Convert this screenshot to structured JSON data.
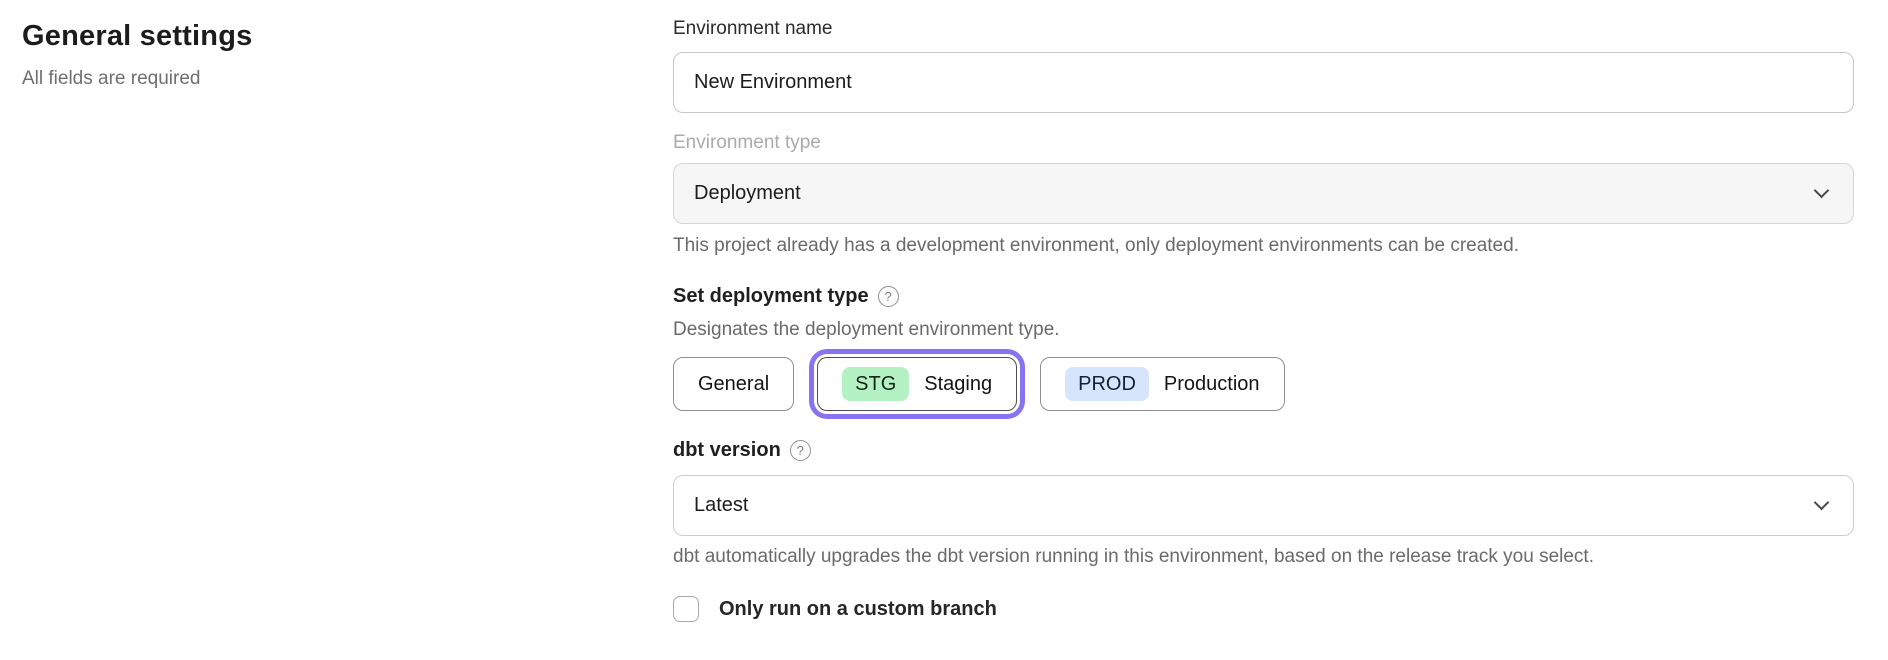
{
  "heading": {
    "title": "General settings",
    "subtitle": "All fields are required"
  },
  "form": {
    "environment_name": {
      "label": "Environment name",
      "value": "New Environment"
    },
    "environment_type": {
      "label": "Environment type",
      "value": "Deployment",
      "disabled": true,
      "helper": "This project already has a development environment, only deployment environments can be created."
    },
    "deployment_type": {
      "label": "Set deployment type",
      "helper": "Designates the deployment environment type.",
      "options": [
        {
          "label": "General",
          "badge": "",
          "selected": false
        },
        {
          "label": "Staging",
          "badge": "STG",
          "selected": true
        },
        {
          "label": "Production",
          "badge": "PROD",
          "selected": false
        }
      ]
    },
    "dbt_version": {
      "label": "dbt version",
      "value": "Latest",
      "helper": "dbt automatically upgrades the dbt version running in this environment, based on the release track you select."
    },
    "custom_branch": {
      "label": "Only run on a custom branch",
      "checked": false
    }
  },
  "icons": {
    "help": "?",
    "chevron_down": "v"
  },
  "colors": {
    "selected_ring": "#8a73f0",
    "stg_badge_bg": "#b5f2c3",
    "prod_badge_bg": "#d7e5fc",
    "disabled_field_bg": "#f6f6f6",
    "helper_text": "#6a6a6a"
  }
}
